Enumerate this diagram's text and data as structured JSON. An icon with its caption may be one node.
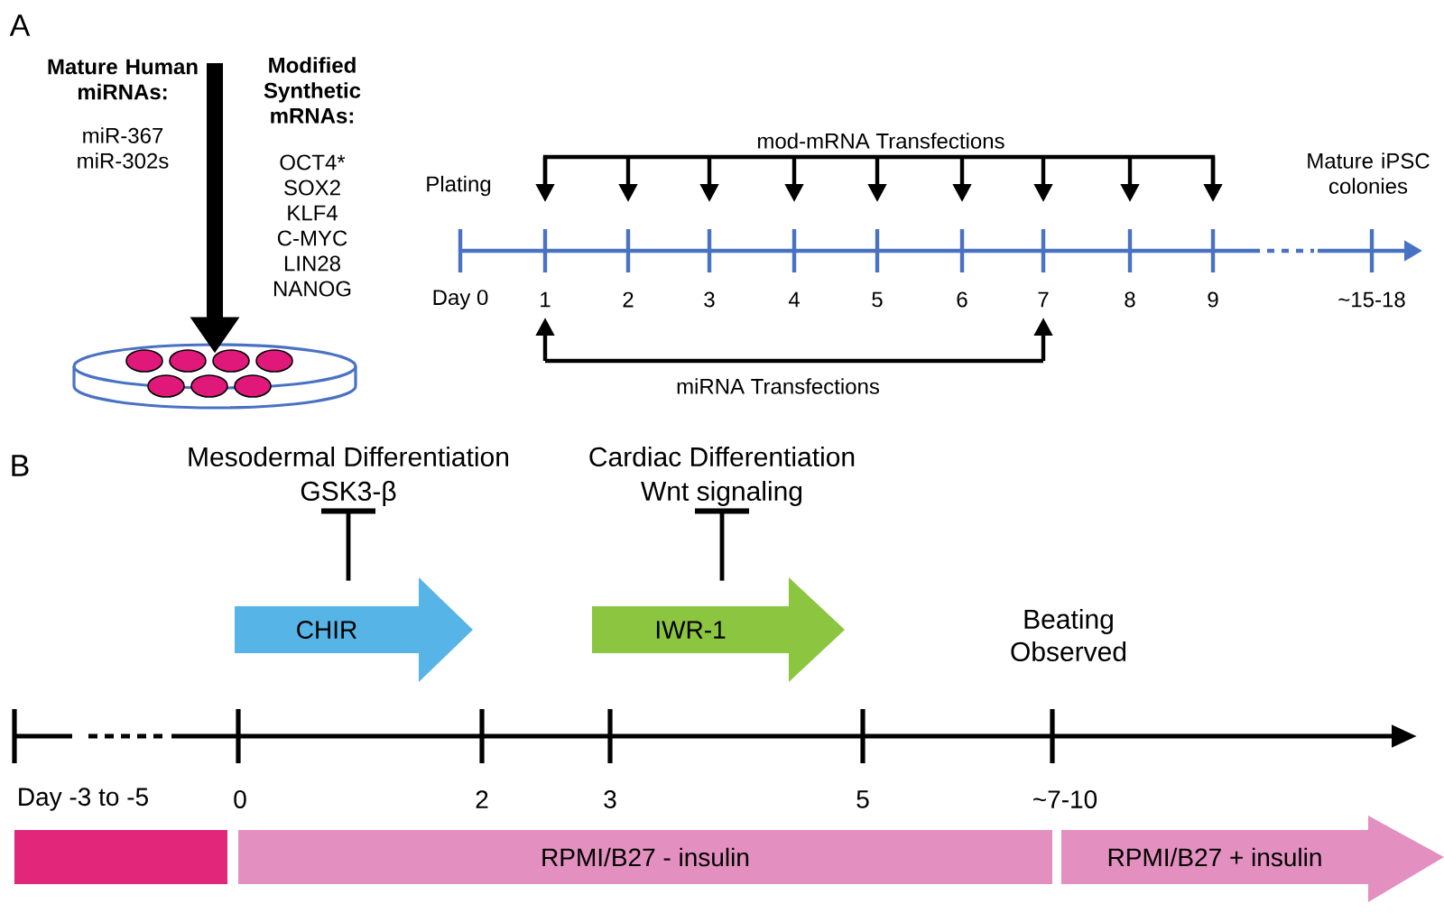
{
  "diagram": {
    "nodes": [
      {
        "text": [],
        "shape": "dish"
      },
      {
        "text": [
          "Mesodermal Differentiation",
          "GSK3-β"
        ]
      },
      {
        "text": [
          "CHIR"
        ]
      },
      {
        "text": [
          "Cardiac Differentiation",
          "Wnt signaling"
        ]
      },
      {
        "text": [
          "IWR-1"
        ]
      },
      {
        "text": [],
        "shape": "bar"
      },
      {
        "text": [
          "RPMI/B27 - insulin"
        ]
      },
      {
        "text": [
          "RPMI/B27 + insulin"
        ]
      }
    ],
    "edges": [
      {
        "from": null,
        "to": 0,
        "arrow": "to",
        "style": "thick"
      },
      {
        "from": 2,
        "to": 1,
        "arrow": "other"
      },
      {
        "from": 4,
        "to": 3,
        "arrow": "other"
      }
    ],
    "labels": [
      "A",
      "Mature Human miRNAs:",
      "miR-367 miR-302s",
      "Modified Synthetic mRNAs:",
      "OCT4*",
      "SOX2",
      "KLF4",
      "C-MYC",
      "LIN28",
      "NANOG",
      "mod-mRNA Transfections",
      "Plating",
      "Mature iPSC colonies",
      "Day 0",
      "1",
      "2",
      "3",
      "4",
      "5",
      "6",
      "7",
      "8",
      "9",
      "~15-18",
      "miRNA Transfections",
      "B",
      "Beating Observed",
      "Day -3 to -5",
      "0",
      "2",
      "3",
      "5",
      "~7-10"
    ]
  }
}
